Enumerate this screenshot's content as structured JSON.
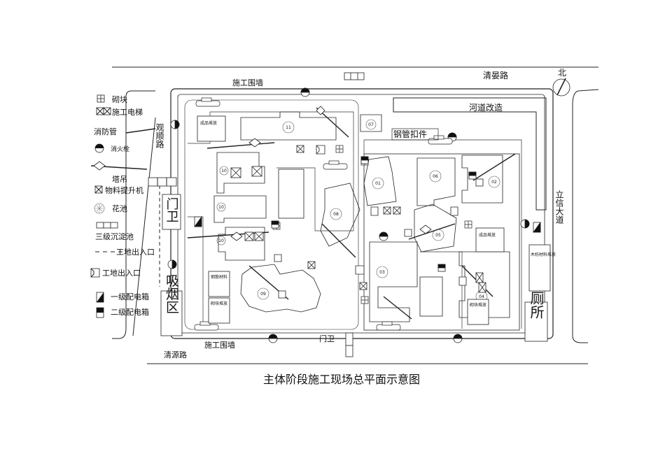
{
  "caption": "主体阶段施工现场总平面示意图",
  "roads": {
    "top": "清晏路",
    "right": "立信大道",
    "left": "观顺路",
    "bottom": "清源路",
    "river": "河道改造",
    "north": "北"
  },
  "walls": {
    "top": "施工围墙",
    "bottom": "施工围墙"
  },
  "gate": "门卫",
  "gate_left_char": "门卫",
  "smoking": "吸烟区",
  "toilet": "厕所",
  "steel_pipe": "钢管扣件",
  "legend": {
    "block": "砌块",
    "elevator": "施工电梯",
    "fire_pipe": "消防管",
    "hydrant": "消火栓",
    "crane": "塔吊",
    "hoist": "物料提升机",
    "flower": "花池",
    "tank": "三级沉淀池",
    "site_entry_dash": "工地出入口",
    "site_entry": "工地出入口",
    "box1": "一级配电箱",
    "box2": "二级配电箱"
  },
  "buildings": [
    "11",
    "10",
    "10",
    "10",
    "08",
    "09",
    "07",
    "01",
    "06",
    "02",
    "05",
    "03",
    "04"
  ],
  "storage": [
    "成品堆放",
    "钢筋材料",
    "砌块堆放",
    "成品堆放",
    "木枋材料堆放",
    "砌块堆放"
  ]
}
